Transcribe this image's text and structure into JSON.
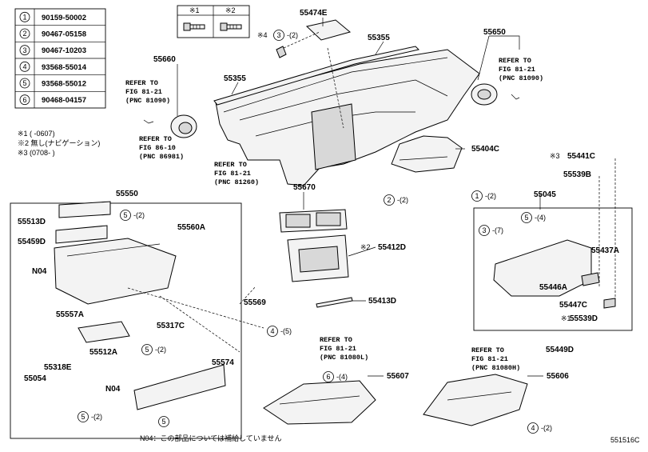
{
  "bolt_table": [
    {
      "num": "1",
      "pn": "90159-50002"
    },
    {
      "num": "2",
      "pn": "90467-05158"
    },
    {
      "num": "3",
      "pn": "90467-10203"
    },
    {
      "num": "4",
      "pn": "93568-55014"
    },
    {
      "num": "5",
      "pn": "93568-55012"
    },
    {
      "num": "6",
      "pn": "90468-04157"
    }
  ],
  "legend": {
    "note1": "※1 (      -0607)",
    "note2": "※2 無し(ナビゲーション)",
    "note3": "※3 (0708-       )",
    "col1": "※1",
    "col2": "※2"
  },
  "parts": {
    "p55474E": "55474E",
    "p55355a": "55355",
    "p55355b": "55355",
    "p55660": "55660",
    "p55650": "55650",
    "p55404C": "55404C",
    "p55441C": "55441C",
    "p55539B": "55539B",
    "p55045": "55045",
    "p55550": "55550",
    "p55513D": "55513D",
    "p55459D": "55459D",
    "pN04a": "N04",
    "p55557A": "55557A",
    "p55512A": "55512A",
    "p55317C": "55317C",
    "p55318E": "55318E",
    "p55054": "55054",
    "pN04b": "N04",
    "p55574": "55574",
    "p55560A": "55560A",
    "p55569": "55569",
    "p55670": "55670",
    "p55412D": "55412D",
    "p55413D": "55413D",
    "p55607": "55607",
    "p55437A": "55437A",
    "p55446A": "55446A",
    "p55447C": "55447C",
    "p55539D": "55539D",
    "p55449D": "55449D",
    "p55606": "55606"
  },
  "qualifiers": {
    "q4_55474E": "※4",
    "q3_55441C": "※3",
    "q2_55412D": "※2",
    "q1_55539D": "※1"
  },
  "refs": {
    "ref_81090_a": [
      "REFER TO",
      "FIG 81-21",
      "(PNC 81090)"
    ],
    "ref_86981": [
      "REFER TO",
      "FIG 86-10",
      "(PNC 86981)"
    ],
    "ref_81260": [
      "REFER TO",
      "FIG 81-21",
      "(PNC 81260)"
    ],
    "ref_81090_b": [
      "REFER TO",
      "FIG 81-21",
      "(PNC 81090)"
    ],
    "ref_81080L": [
      "REFER TO",
      "FIG 81-21",
      "(PNC 81080L)"
    ],
    "ref_81080H": [
      "REFER TO",
      "FIG 81-21",
      "(PNC 81080H)"
    ]
  },
  "callouts": {
    "c_3_2_top": {
      "num": "3",
      "qty": "-(2)"
    },
    "c_2_2": {
      "num": "2",
      "qty": "-(2)"
    },
    "c_1_2": {
      "num": "1",
      "qty": "-(2)"
    },
    "c_5_2_glove": {
      "num": "5",
      "qty": "-(2)"
    },
    "c_5_4": {
      "num": "5",
      "qty": "-(4)"
    },
    "c_3_7": {
      "num": "3",
      "qty": "-(7)"
    },
    "c_4_5": {
      "num": "4",
      "qty": "-(5)"
    },
    "c_5_2_door": {
      "num": "5",
      "qty": "-(2)"
    },
    "c_6_4": {
      "num": "6",
      "qty": "-(4)"
    },
    "c_5_2_bottom": {
      "num": "5",
      "qty": "-(2)"
    },
    "c_5_single": {
      "num": "5",
      "qty": ""
    },
    "c_4_2": {
      "num": "4",
      "qty": "-(2)"
    }
  },
  "footer": {
    "n04_note": "N04：この部品については補給していません",
    "figure_id": "551516C"
  }
}
